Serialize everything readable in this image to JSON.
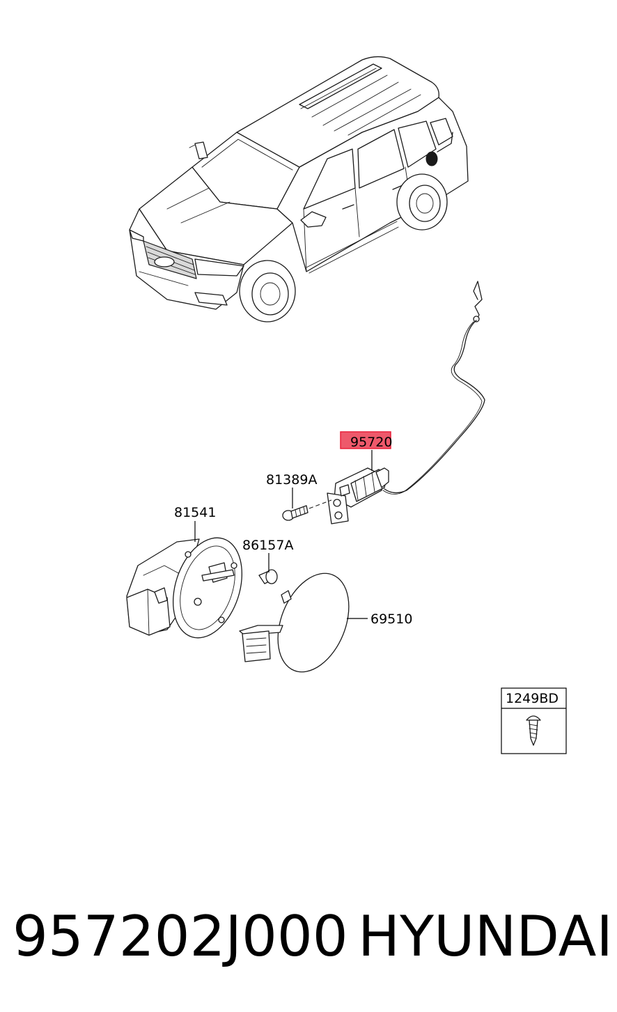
{
  "diagram": {
    "callouts": {
      "lock_actuator": "95720",
      "bolt": "81389A",
      "filler_housing": "81541",
      "bumper": "86157A",
      "fuel_door": "69510"
    },
    "highlight_color": "#e8213a",
    "legend_box": {
      "label": "1249BD"
    }
  },
  "footer": {
    "part_number": "957202J000",
    "brand": "HYUNDAI"
  }
}
